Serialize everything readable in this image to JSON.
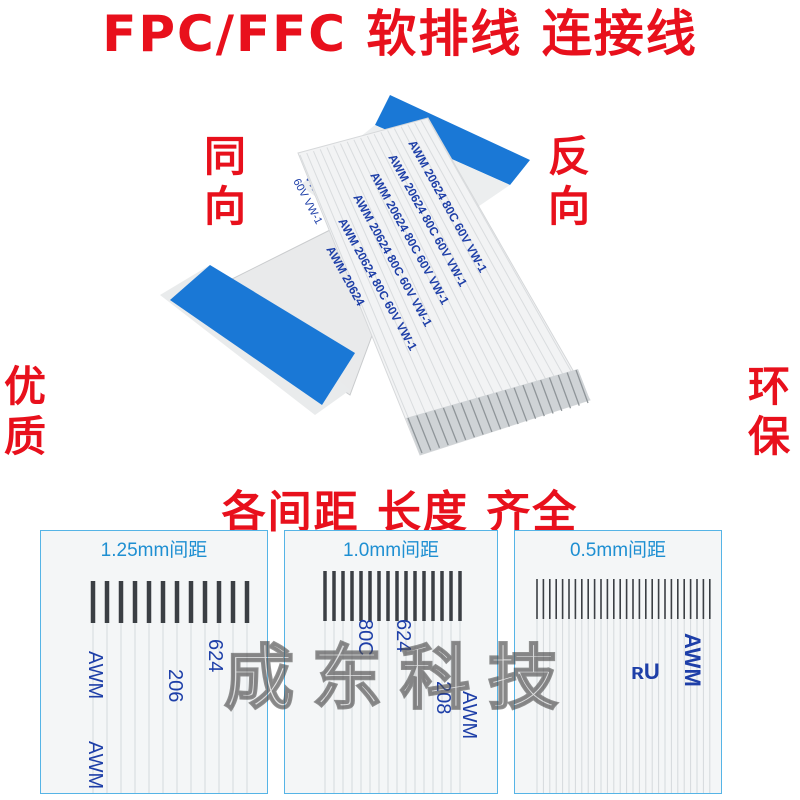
{
  "title": "FPC/FFC 软排线 连接线",
  "labels": {
    "same_direction": "同向",
    "reverse_direction": "反向",
    "quality": "优质",
    "eco": "环保",
    "spacing_length": "各间距 长度 齐全"
  },
  "cable_print": {
    "front_lines": [
      "AWM 20624 80C 60V VW-1",
      "AWM 20624 80C 60V VW-1",
      "AWM 20624 80C 60V VW-1",
      "AWM 20624 80C 60V VW-1",
      "AWM 20624 80C 60V VW-1",
      "AWM 20624"
    ],
    "back_lines": [
      "VW-1",
      "60V VW-1"
    ]
  },
  "panels": [
    {
      "label": "1.25mm间距",
      "print": [
        "AWM",
        "206",
        "624",
        "AWM"
      ]
    },
    {
      "label": "1.0mm间距",
      "print": [
        "80C",
        "624",
        "208",
        "AWM"
      ]
    },
    {
      "label": "0.5mm间距",
      "print": [
        "AWM"
      ]
    }
  ],
  "watermark": "成东科技",
  "colors": {
    "red": "#e8101c",
    "blue_stiffener": "#1a78d6",
    "panel_border": "#56b4e6",
    "print_blue": "#1e3fa8"
  }
}
